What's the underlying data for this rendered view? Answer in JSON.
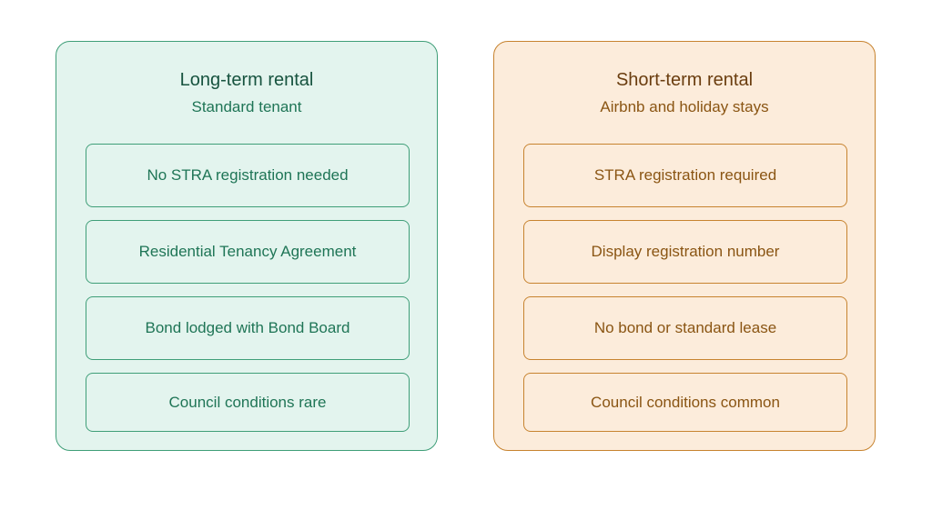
{
  "panels": [
    {
      "title": "Long-term rental",
      "subtitle": "Standard tenant",
      "items": [
        "No STRA registration needed",
        "Residential Tenancy Agreement",
        "Bond lodged with Bond Board",
        "Council conditions rare"
      ],
      "colors": {
        "fill": "#e3f4ee",
        "border": "#3f9e78",
        "title": "#17533f",
        "text": "#1f7556"
      }
    },
    {
      "title": "Short-term rental",
      "subtitle": "Airbnb and holiday stays",
      "items": [
        "STRA registration required",
        "Display registration number",
        "No bond or standard lease",
        "Council conditions common"
      ],
      "colors": {
        "fill": "#fcecdb",
        "border": "#c7832f",
        "title": "#6a3d0f",
        "text": "#8a5513"
      }
    }
  ]
}
